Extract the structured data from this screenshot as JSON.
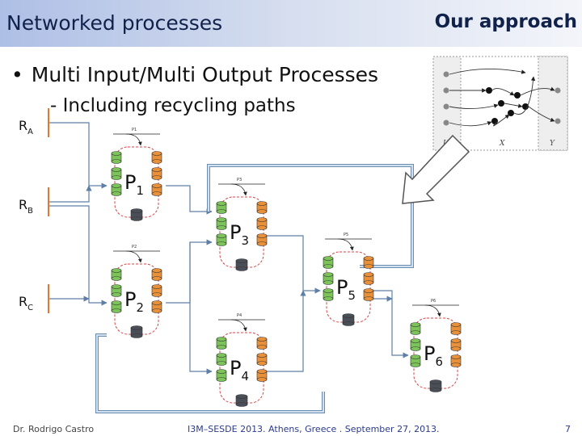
{
  "slide": {
    "title": "Networked processes",
    "header_tag": "Our approach",
    "bullet": "Multi Input/Multi Output Processes",
    "bullet_symbol": "•",
    "sub_bullet": "- Including recycling paths"
  },
  "sources": [
    {
      "label": "R",
      "sub": "A"
    },
    {
      "label": "R",
      "sub": "B"
    },
    {
      "label": "R",
      "sub": "C"
    }
  ],
  "processes": [
    {
      "label": "P",
      "sub": "1",
      "caption": "P1"
    },
    {
      "label": "P",
      "sub": "2",
      "caption": "P2"
    },
    {
      "label": "P",
      "sub": "3",
      "caption": "P3"
    },
    {
      "label": "P",
      "sub": "4",
      "caption": "P4"
    },
    {
      "label": "P",
      "sub": "5",
      "caption": "P5"
    },
    {
      "label": "P",
      "sub": "6",
      "caption": "P6"
    }
  ],
  "inset": {
    "columns": [
      "U",
      "X",
      "Y"
    ]
  },
  "footer": {
    "author": "Dr. Rodrigo Castro",
    "event": "I3M–SESDE 2013. Athens, Greece . September 27, 2013.",
    "page": "7"
  },
  "colors": {
    "header_start": "#aebfe6",
    "port_in": "#7cc35a",
    "port_out": "#e8903a",
    "storage": "#4a4f57",
    "outline": "#d7464a",
    "connector": "#5f7fa6",
    "source": "#e07a2e"
  }
}
